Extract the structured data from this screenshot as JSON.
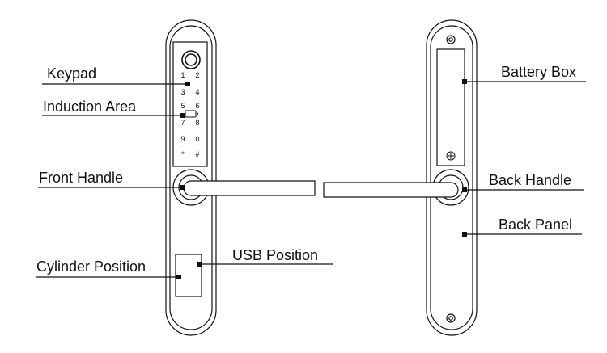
{
  "labels": {
    "keypad": "Keypad",
    "induction_area": "Induction Area",
    "front_handle": "Front Handle",
    "cylinder_position": "Cylinder Position",
    "usb_position": "USB Position",
    "battery_box": "Battery Box",
    "back_handle": "Back Handle",
    "back_panel": "Back Panel"
  },
  "keys": [
    "1",
    "2",
    "3",
    "4",
    "5",
    "6",
    "7",
    "8",
    "9",
    "0",
    "*",
    "#"
  ],
  "colors": {
    "line": "#111111",
    "background": "#ffffff"
  },
  "icons": {
    "fingerprint": "fingerprint-sensor-icon",
    "card": "card-reader-icon",
    "screw": "screw-icon"
  }
}
